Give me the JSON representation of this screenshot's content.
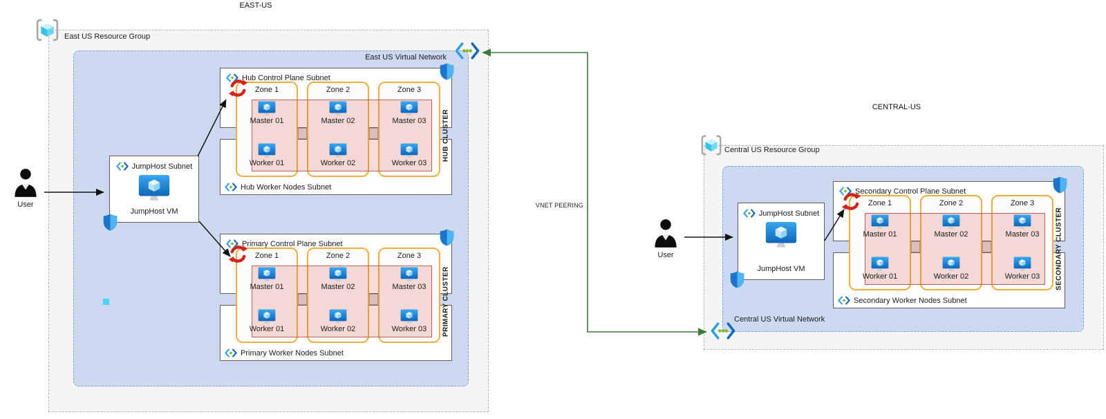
{
  "east": {
    "region_label": "EAST-US",
    "resource_group_label": "East US Resource Group",
    "vnet_label": "East US Virtual Network",
    "user_label": "User",
    "jumphost": {
      "subnet_label": "JumpHost Subnet",
      "vm_label": "JumpHost VM"
    },
    "hub_cluster": {
      "name": "HUB CLUSTER",
      "control_subnet_label": "Hub Control Plane Subnet",
      "worker_subnet_label": "Hub Worker Nodes Subnet",
      "zones": [
        {
          "label": "Zone 1",
          "master": "Master 01",
          "worker": "Worker 01"
        },
        {
          "label": "Zone 2",
          "master": "Master 02",
          "worker": "Worker 02"
        },
        {
          "label": "Zone 3",
          "master": "Master 03",
          "worker": "Worker 03"
        }
      ]
    },
    "primary_cluster": {
      "name": "PRIMARY CLUSTER",
      "control_subnet_label": "Primary Control Plane Subnet",
      "worker_subnet_label": "Primary Worker Nodes Subnet",
      "zones": [
        {
          "label": "Zone 1",
          "master": "Master 01",
          "worker": "Worker 01"
        },
        {
          "label": "Zone 2",
          "master": "Master 02",
          "worker": "Worker 02"
        },
        {
          "label": "Zone 3",
          "master": "Master 03",
          "worker": "Worker 03"
        }
      ]
    }
  },
  "central": {
    "region_label": "CENTRAL-US",
    "resource_group_label": "Central US Resource Group",
    "vnet_label": "Central US Virtual Network",
    "user_label": "User",
    "jumphost": {
      "subnet_label": "JumpHost Subnet",
      "vm_label": "JumpHost VM"
    },
    "secondary_cluster": {
      "name": "SECONDARY CLUSTER",
      "control_subnet_label": "Secondary Control Plane Subnet",
      "worker_subnet_label": "Secondary Worker Nodes Subnet",
      "zones": [
        {
          "label": "Zone 1",
          "master": "Master 01",
          "worker": "Worker 01"
        },
        {
          "label": "Zone 2",
          "master": "Master 02",
          "worker": "Worker 02"
        },
        {
          "label": "Zone 3",
          "master": "Master 03",
          "worker": "Worker 03"
        }
      ]
    }
  },
  "peering": {
    "label": "VNET PEERING"
  },
  "colors": {
    "vnet_fill": "#cdd9ee",
    "vnet_border": "#7b9fd9",
    "zone_border": "#f0ad3a",
    "cluster_overlay_border": "#bf5f58",
    "peering_green": "#3c7a3b",
    "vm_blue": "#1476c8",
    "shield_blue": "#2e8ee0",
    "sync_red": "#d2261b",
    "resource_group_fill": "#f5f5f6"
  }
}
